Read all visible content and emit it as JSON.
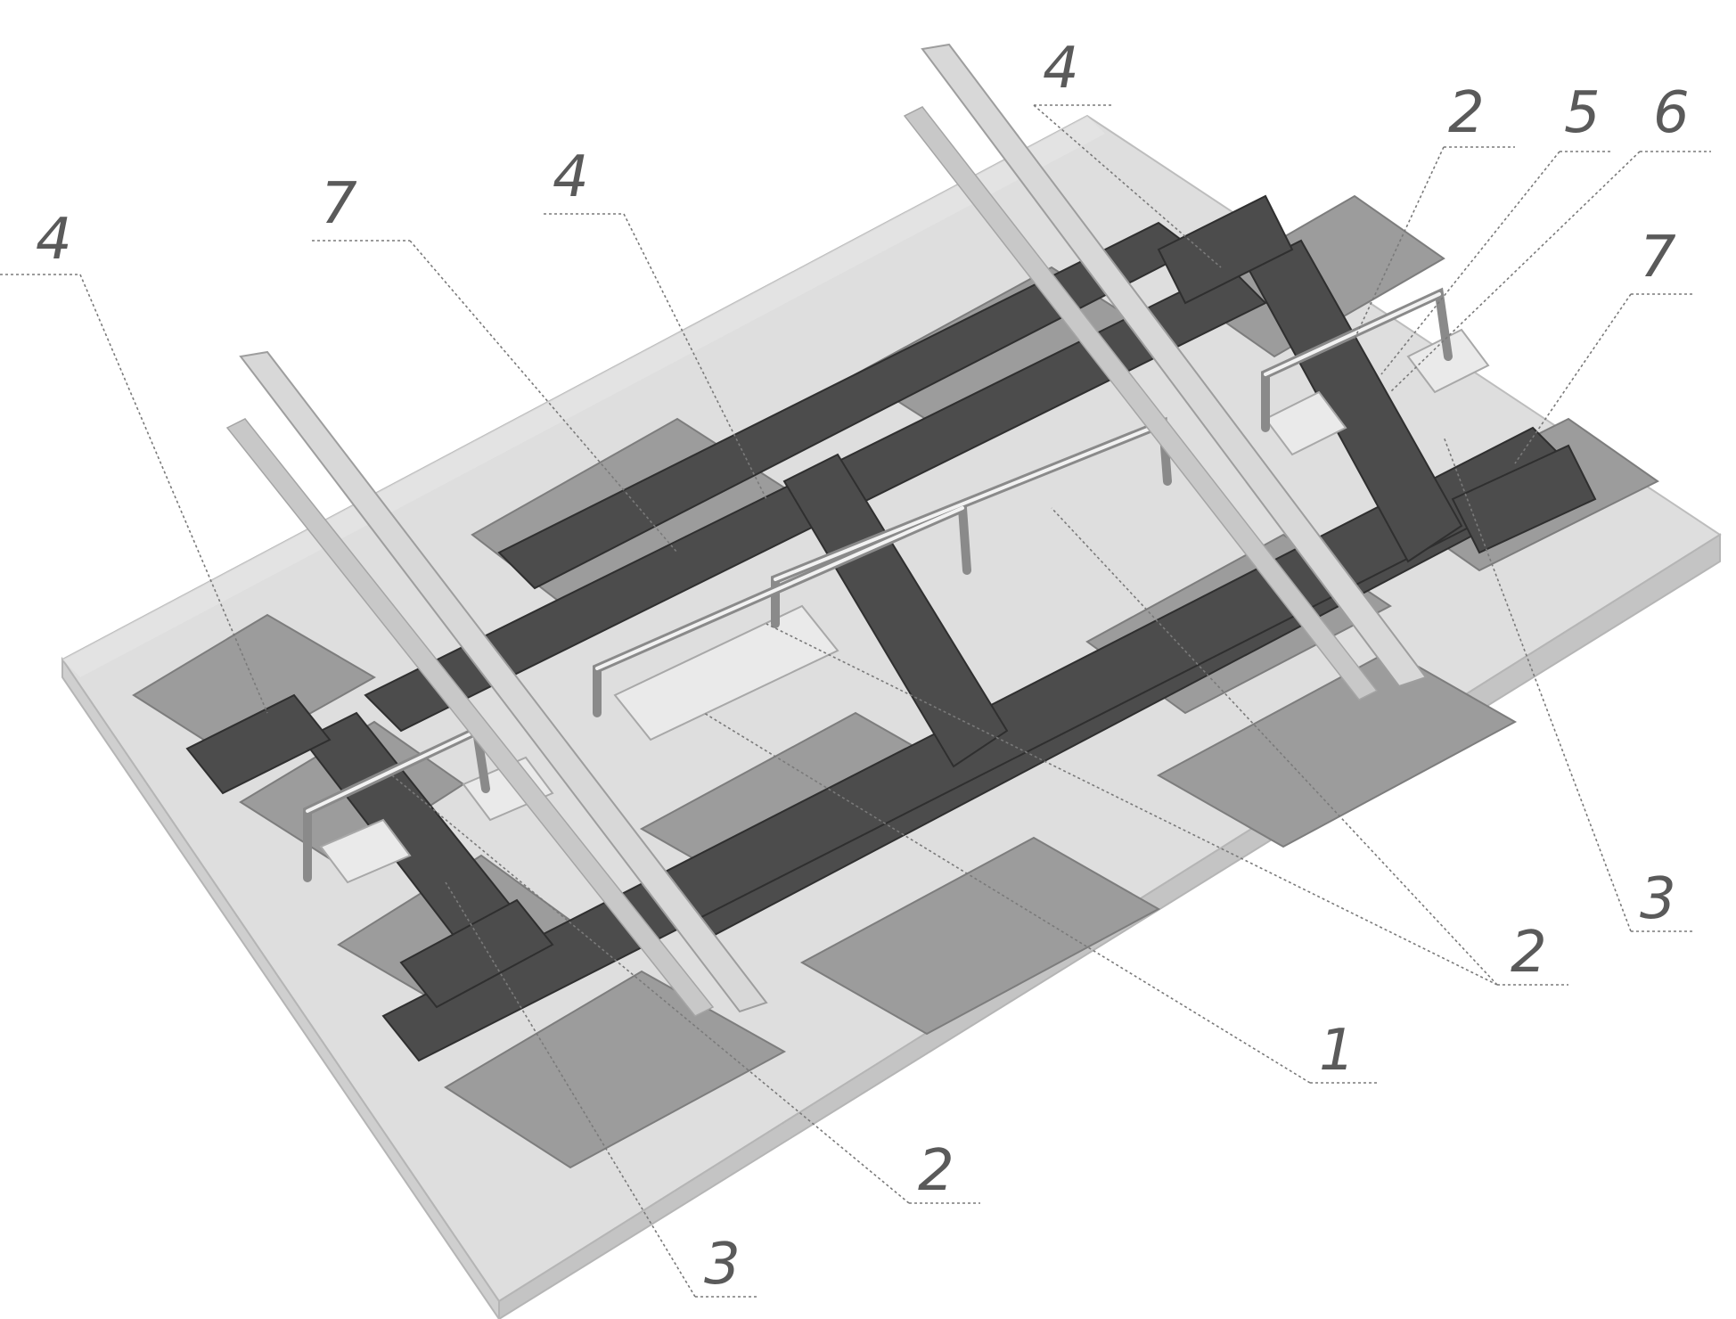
{
  "figure": {
    "callouts": [
      {
        "id": "c-4-left",
        "text": "4"
      },
      {
        "id": "c-7-left",
        "text": "7"
      },
      {
        "id": "c-4-mid",
        "text": "4"
      },
      {
        "id": "c-4-top",
        "text": "4"
      },
      {
        "id": "c-2-top",
        "text": "2"
      },
      {
        "id": "c-5",
        "text": "5"
      },
      {
        "id": "c-6",
        "text": "6"
      },
      {
        "id": "c-7-right",
        "text": "7"
      },
      {
        "id": "c-3-right",
        "text": "3"
      },
      {
        "id": "c-2-right",
        "text": "2"
      },
      {
        "id": "c-1",
        "text": "1"
      },
      {
        "id": "c-2-bottom",
        "text": "2"
      },
      {
        "id": "c-3-bottom",
        "text": "3"
      }
    ]
  },
  "colors": {
    "slab_top": "#dcdcdc",
    "slab_side": "#c8c8c8",
    "ballast": "#9a9a9a",
    "sleeper": "#4a4a4a",
    "rail": "#d6d6d6",
    "bracket": "#e6e6e6",
    "label": "#5a5a5a"
  }
}
